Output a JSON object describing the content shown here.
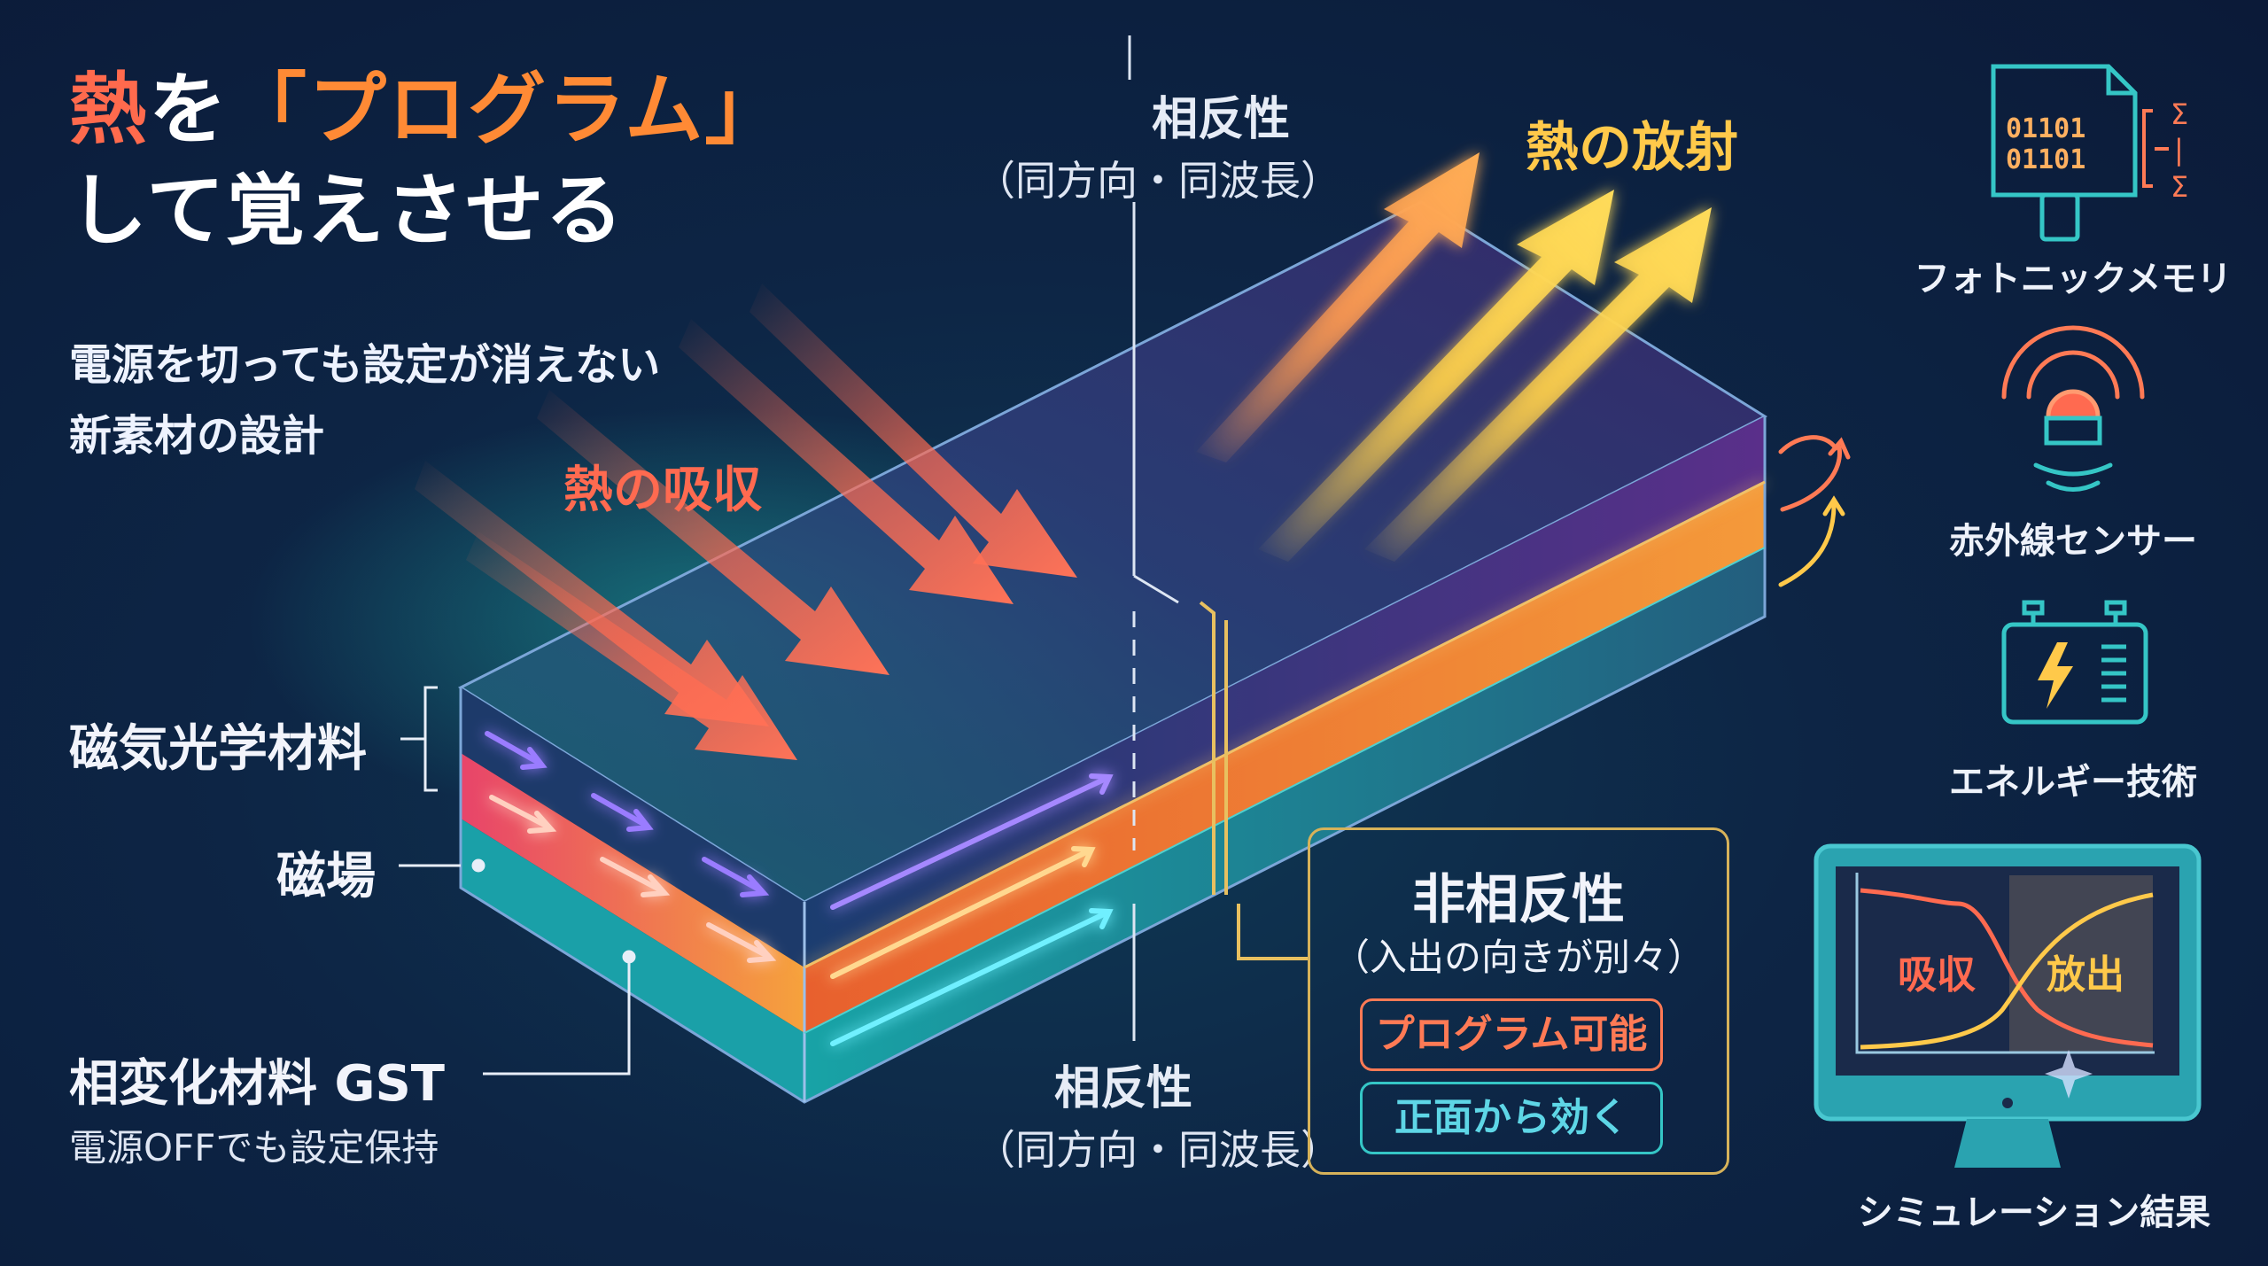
{
  "title": {
    "line1_accent": "熱",
    "line1_mid": "を",
    "line1_bracket": "「プログラム」",
    "line2": "して覚えさせる"
  },
  "subtitle": {
    "line1": "電源を切っても設定が消えない",
    "line2": "新素材の設計"
  },
  "heat": {
    "absorb": "熱の吸収",
    "emit": "熱の放射"
  },
  "layers": {
    "magneto_optic": "磁気光学材料",
    "magnetic_field": "磁場",
    "phase_change": "相変化材料 GST",
    "phase_change_note": "電源OFFでも設定保持"
  },
  "reciprocity_top": {
    "label": "相反性",
    "note": "（同方向・同波長）"
  },
  "reciprocity_bottom": {
    "label": "相反性",
    "note": "（同方向・同波長）"
  },
  "nonreciprocity": {
    "label": "非相反性",
    "note": "（入出の向きが別々）",
    "tag1": "プログラム可能",
    "tag2": "正面から効く"
  },
  "applications": [
    {
      "label": "フォトニックメモリ",
      "icon": "photonic-memory-icon",
      "code1": "01101",
      "code2": "01101",
      "sym": "Σ|Σ"
    },
    {
      "label": "赤外線センサー",
      "icon": "infrared-sensor-icon"
    },
    {
      "label": "エネルギー技術",
      "icon": "energy-battery-icon"
    },
    {
      "label": "シミュレーション結果",
      "icon": "monitor-simulation-icon"
    }
  ],
  "simulation": {
    "absorb_label": "吸収",
    "emit_label": "放出"
  },
  "colors": {
    "absorb_arrow": "#ff6a50",
    "emit_arrow": "#ffc94a",
    "top_layer": "#5a2f8a",
    "middle_layer": "#f0782e",
    "bottom_layer": "#1aa0a8",
    "icon_teal": "#35c6c6",
    "icon_coral": "#ff7a55",
    "box_gold": "#d6b25a"
  }
}
